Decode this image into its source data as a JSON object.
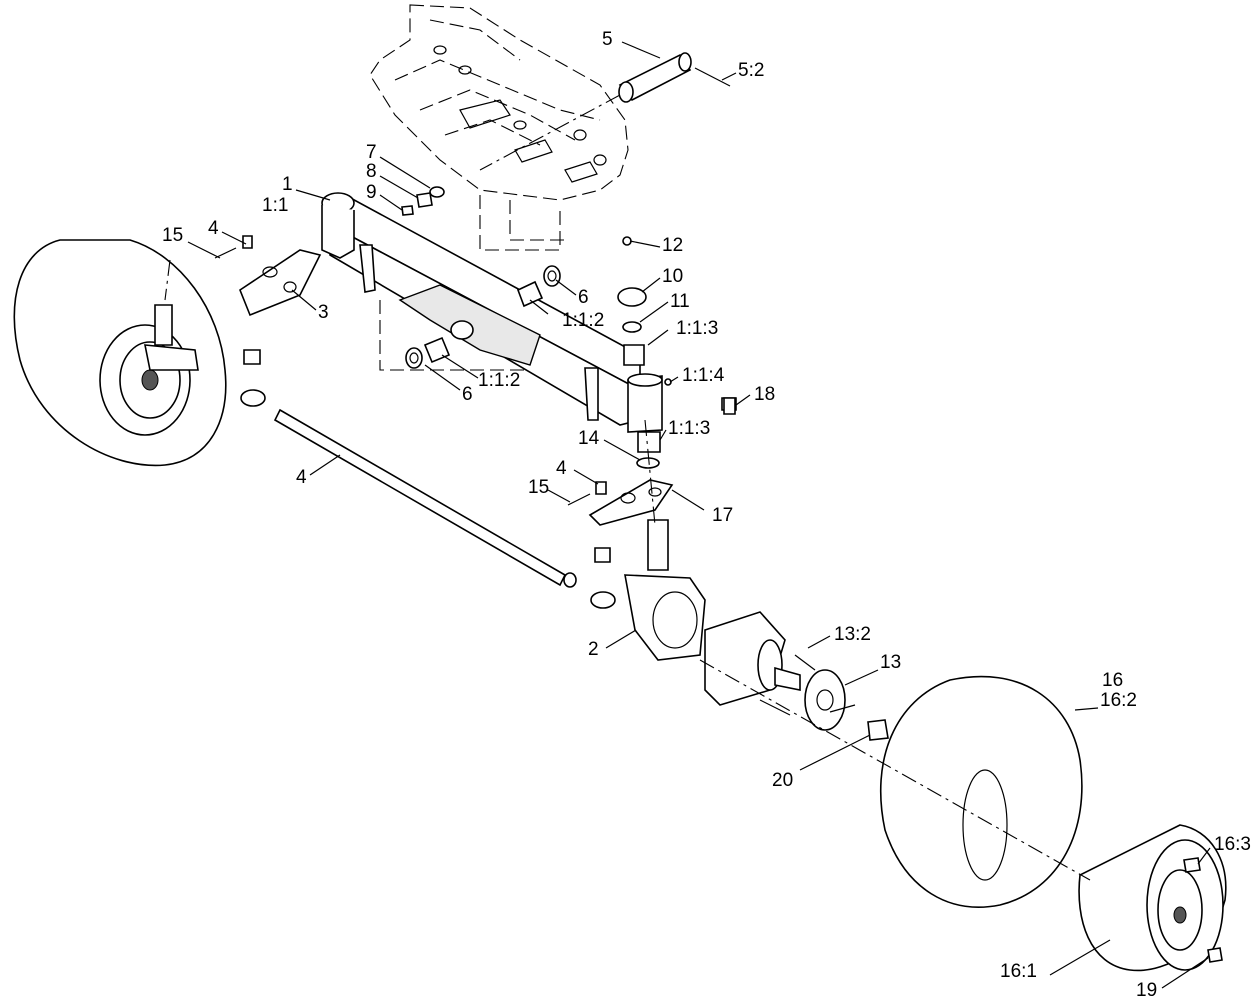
{
  "callouts": {
    "c1": "1",
    "c1_1": "1:1",
    "c2": "2",
    "c3": "3",
    "c4a": "4",
    "c4b": "4",
    "c4c": "4",
    "c5": "5",
    "c5_2": "5:2",
    "c6a": "6",
    "c6b": "6",
    "c7": "7",
    "c8": "8",
    "c9": "9",
    "c10": "10",
    "c11": "11",
    "c1_1_2a": "1:1:2",
    "c1_1_2b": "1:1:2",
    "c1_1_3a": "1:1:3",
    "c1_1_3b": "1:1:3",
    "c1_1_4": "1:1:4",
    "c12": "12",
    "c13": "13",
    "c13_2": "13:2",
    "c14": "14",
    "c15a": "15",
    "c15b": "15",
    "c16": "16",
    "c16_2": "16:2",
    "c16_1": "16:1",
    "c16_3": "16:3",
    "c17": "17",
    "c18": "18",
    "c19": "19",
    "c20": "20"
  }
}
